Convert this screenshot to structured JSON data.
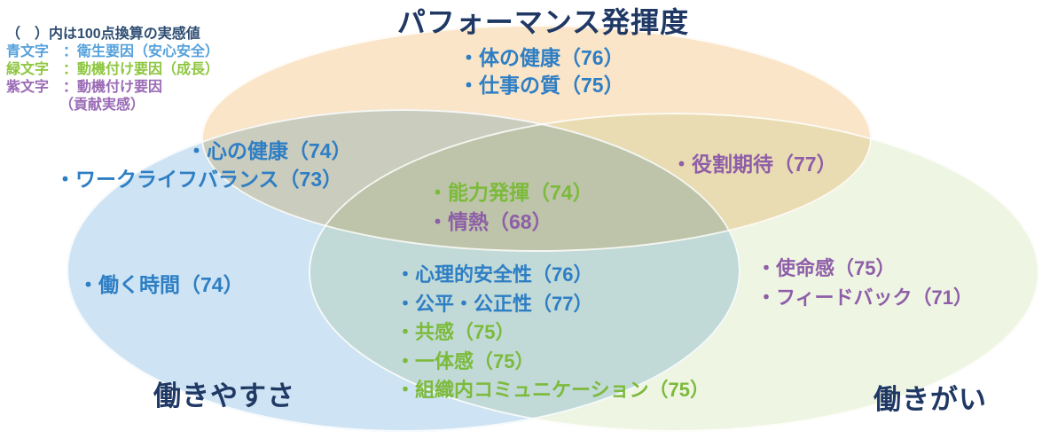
{
  "colors": {
    "navy_text": "#1F3864",
    "blue_item_text": "#2E7EC4",
    "green_item_text": "#7CBA3B",
    "purple_item_text": "#8E5EA8",
    "legend_note_text": "#2E4D72",
    "legend_blue_text": "#55A1DB",
    "legend_green_text": "#8EC63F",
    "legend_purple_text": "#9A6BB5",
    "ellipse_performance_fill": "#FAE5C8",
    "ellipse_ease_fill": "#CEE3F3",
    "ellipse_worth_fill": "#EFF5E3"
  },
  "legend": {
    "note": "（　）内は100点換算の実感値",
    "blue_line": "青文字　：衛生要因（安心安全）",
    "green_line": "緑文字　：動機付け要因（成長）",
    "purple_line1": "紫文字　：動機付け要因",
    "purple_line2": "（貢献実感）"
  },
  "circles": {
    "performance": {
      "title": "パフォーマンス発揮度"
    },
    "ease": {
      "label": "働きやすさ"
    },
    "worth": {
      "label": "働きがい"
    }
  },
  "regions": {
    "performance_only": [
      {
        "label": "体の健康",
        "score": 76,
        "factor": "hygiene",
        "text": "・体の健康（76）"
      },
      {
        "label": "仕事の質",
        "score": 75,
        "factor": "hygiene",
        "text": "・仕事の質（75）"
      }
    ],
    "performance_ease": [
      {
        "label": "心の健康",
        "score": 74,
        "factor": "hygiene",
        "text": "・心の健康（74）"
      },
      {
        "label": "ワークライフバランス",
        "score": 73,
        "factor": "hygiene",
        "text": "・ワークライフバランス（73）"
      }
    ],
    "performance_worth": [
      {
        "label": "役割期待",
        "score": 77,
        "factor": "motivation_contribution",
        "text": "・役割期待（77）"
      }
    ],
    "center_all": [
      {
        "label": "能力発揮",
        "score": 74,
        "factor": "motivation_growth",
        "text": "・能力発揮（74）"
      },
      {
        "label": "情熱",
        "score": 68,
        "factor": "motivation_contribution",
        "text": "・情熱（68）"
      }
    ],
    "ease_only": [
      {
        "label": "働く時間",
        "score": 74,
        "factor": "hygiene",
        "text": "・働く時間（74）"
      }
    ],
    "ease_worth": [
      {
        "label": "心理的安全性",
        "score": 76,
        "factor": "hygiene",
        "text": "・心理的安全性（76）"
      },
      {
        "label": "公平・公正性",
        "score": 77,
        "factor": "hygiene",
        "text": "・公平・公正性（77）"
      },
      {
        "label": "共感",
        "score": 75,
        "factor": "motivation_growth",
        "text": "・共感（75）"
      },
      {
        "label": "一体感",
        "score": 75,
        "factor": "motivation_growth",
        "text": "・一体感（75）"
      },
      {
        "label": "組織内コミュニケーション",
        "score": 75,
        "factor": "motivation_growth",
        "text": "・組織内コミュニケーション（75）"
      }
    ],
    "worth_only": [
      {
        "label": "使命感",
        "score": 75,
        "factor": "motivation_contribution",
        "text": "・使命感（75）"
      },
      {
        "label": "フィードバック",
        "score": 71,
        "factor": "motivation_contribution",
        "text": "・フィードバック（71）"
      }
    ]
  }
}
